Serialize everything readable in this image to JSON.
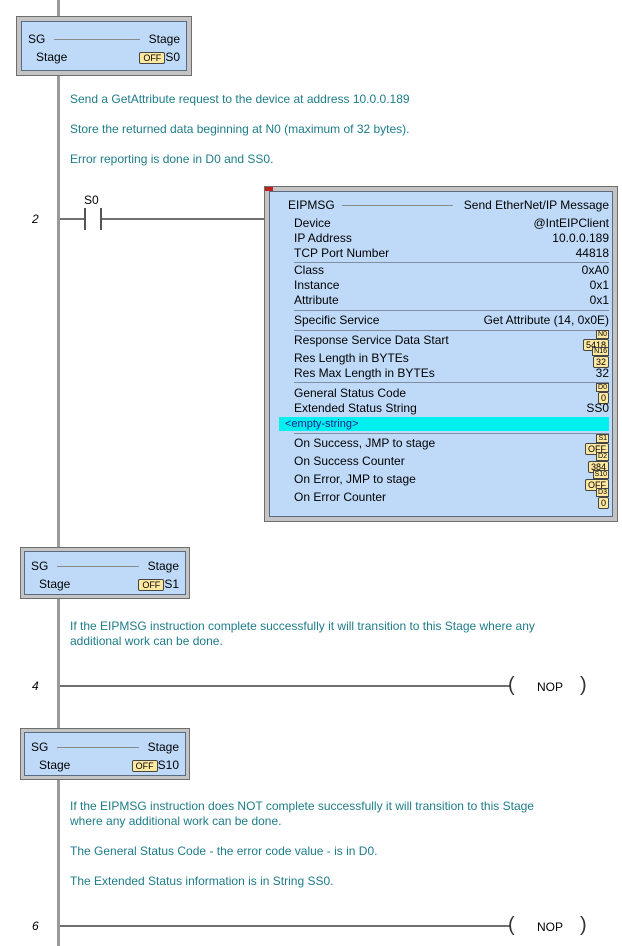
{
  "stages": [
    {
      "sg": "SG",
      "stage_word": "Stage",
      "stage_label": "Stage",
      "status": "OFF",
      "name": "S0"
    },
    {
      "sg": "SG",
      "stage_word": "Stage",
      "stage_label": "Stage",
      "status": "OFF",
      "name": "S1"
    },
    {
      "sg": "SG",
      "stage_word": "Stage",
      "stage_label": "Stage",
      "status": "OFF",
      "name": "S10"
    }
  ],
  "comments": {
    "c1": "Send a GetAttribute request to the device at address 10.0.0.189",
    "c2": "Store the returned data beginning at N0 (maximum of 32 bytes).",
    "c3": "Error reporting is done in D0 and SS0.",
    "c4a": "If the EIPMSG instruction complete successfully it will transition to this Stage where any",
    "c4b": "additional work can be done.",
    "c5a": "If the EIPMSG instruction does NOT complete successfully it will transition to this Stage",
    "c5b": "where any additional work can be done.",
    "c6": "The General Status Code  - the error code value - is in D0.",
    "c7": "The Extended Status information is in String SS0."
  },
  "rungs": {
    "r2": "2",
    "r4": "4",
    "r6": "6"
  },
  "contact": {
    "label": "S0"
  },
  "nop": {
    "label": "NOP"
  },
  "eipmsg": {
    "name": "EIPMSG",
    "title": "Send EtherNet/IP Message",
    "rows": {
      "device": {
        "label": "Device",
        "value": "@IntEIPClient"
      },
      "ip": {
        "label": "IP Address",
        "value": "10.0.0.189"
      },
      "port": {
        "label": "TCP Port Number",
        "value": "44818"
      },
      "class": {
        "label": "Class",
        "value": "0xA0"
      },
      "instance": {
        "label": "Instance",
        "value": "0x1"
      },
      "attribute": {
        "label": "Attribute",
        "value": "0x1"
      },
      "service": {
        "label": "Specific Service",
        "value": "Get Attribute (14, 0x0E)"
      },
      "resp_start": {
        "label": "Response Service Data Start",
        "tag": "N0",
        "value": "5418"
      },
      "res_len": {
        "label": "Res Length in BYTEs",
        "tag": "N16",
        "value": "32"
      },
      "res_max": {
        "label": "Res Max Length in BYTEs",
        "value": "32"
      },
      "gen_status": {
        "label": "General Status Code",
        "tag": "D0",
        "value": "0"
      },
      "ext_status": {
        "label": "Extended Status String",
        "value": "SS0"
      },
      "empty": {
        "value": "<empty-string>"
      },
      "succ_jmp": {
        "label": "On Success, JMP to stage",
        "tag": "S1",
        "value": "OFF"
      },
      "succ_cnt": {
        "label": "On Success Counter",
        "tag": "D2",
        "value": "384"
      },
      "err_jmp": {
        "label": "On Error, JMP to stage",
        "tag": "S10",
        "value": "OFF"
      },
      "err_cnt": {
        "label": "On Error Counter",
        "tag": "D3",
        "value": "0"
      }
    }
  }
}
